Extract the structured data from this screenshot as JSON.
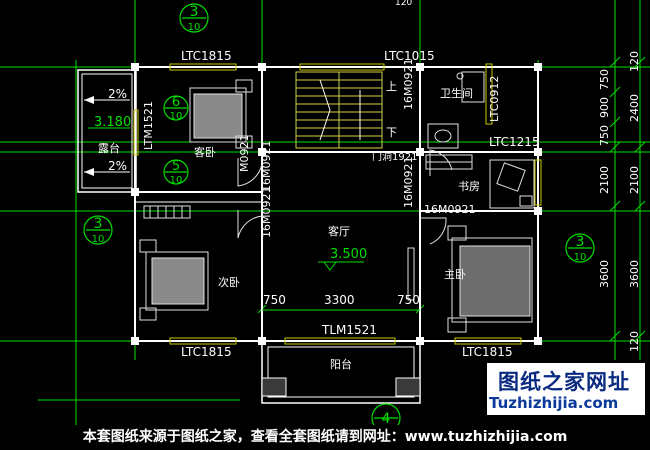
{
  "colors": {
    "axis": "#00e000",
    "wall": "#ffffff",
    "label": "#ffffff",
    "dim": "#ffffff",
    "window": "#c8c800",
    "stair": "#d2d24a",
    "furniture": "#e0e0e0",
    "bubble": "#00e000"
  },
  "axis_markers": {
    "top": "3",
    "top_sub": "10",
    "bedroom_a": "6",
    "bedroom_a_sub": "10",
    "bedroom_b": "5",
    "bedroom_b_sub": "10",
    "left": "3",
    "left_sub": "10",
    "right": "3",
    "right_sub": "10",
    "bottom": "4",
    "top_frag": "120"
  },
  "windows": {
    "w1": "LTC1815",
    "w2": "LTC1015",
    "w3": "LTC1215",
    "w4": "LTC1815",
    "w5": "LTC1815",
    "w6": "LTC0912",
    "w7": "LTM1521",
    "w8": "TLM1521"
  },
  "doors": {
    "d1": "M0921",
    "d2": "16M0921",
    "d3": "16M0921",
    "d4": "16M0921",
    "d5": "16M0921",
    "d6": "16M0921",
    "d7": "门洞1921"
  },
  "rooms": {
    "guest": "客卧",
    "second": "次卧",
    "living": "客厅",
    "study": "书房",
    "master": "主卧",
    "bath": "卫生间",
    "terrace": "露台",
    "balcony": "阳台",
    "up": "上",
    "down": "下"
  },
  "levels": {
    "terrace": "3.180",
    "living": "3.500",
    "slope1": "2%",
    "slope2": "2%"
  },
  "dims_right_inner": [
    "750",
    "900",
    "750",
    "2100",
    "3600"
  ],
  "dims_right_outer": [
    "120",
    "2400",
    "2100",
    "3600",
    "120"
  ],
  "dims_bottom": [
    "750",
    "3300",
    "750"
  ],
  "brand": {
    "cn": "图纸之家网址",
    "url": "Tuzhizhijia.com"
  },
  "footer": "本套图纸来源于图纸之家，查看全套图纸请到网址：www.tuzhizhijia.com"
}
